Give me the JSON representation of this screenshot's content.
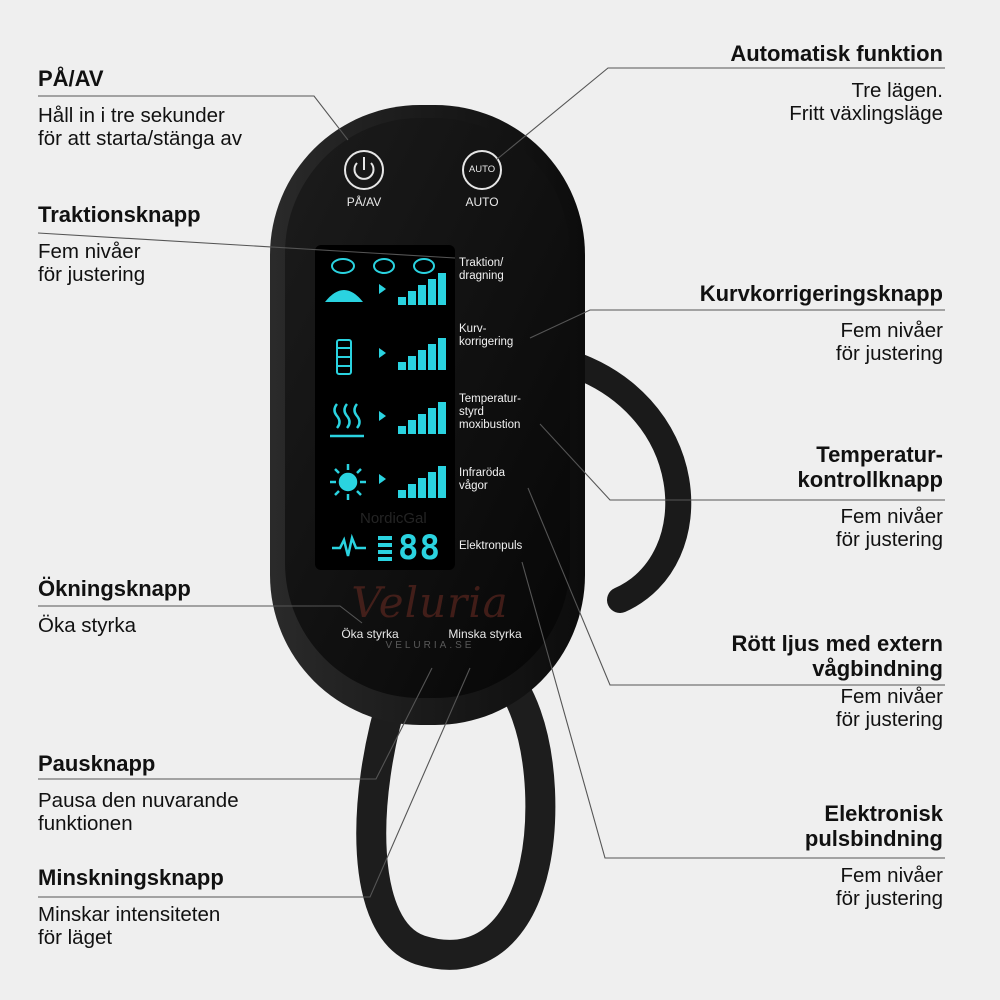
{
  "colors": {
    "lcd": "#2ad3e0",
    "device": "#161616",
    "background": "#efefef"
  },
  "device": {
    "power_button_label": "PÅ/AV",
    "auto_button_text": "AUTO",
    "auto_button_label": "AUTO",
    "screen_labels": {
      "traction": "Traktion/\ndragning",
      "curve": "Kurv-\nkorrigering",
      "temperature": "Temperatur-\nstyrd\nmoxibustion",
      "infrared": "Infraröda\nvågor",
      "pulse": "Elektronpuls"
    },
    "increase_label": "Öka styrka",
    "decrease_label": "Minska styrka",
    "pulse_display": "88",
    "watermark_main": "Veluria",
    "watermark_sub": "VELURIA.SE",
    "watermark_nordic": "NordicGal",
    "lcd_icons": [
      "traction-icon",
      "curve-icon",
      "heat-icon",
      "sun-icon",
      "pulse-wave-icon"
    ]
  },
  "left_callouts": [
    {
      "title": "PÅ/AV",
      "desc": "Håll in i tre sekunder\nför att starta/stänga av"
    },
    {
      "title": "Traktionsknapp",
      "desc": "Fem nivåer\nför justering"
    },
    {
      "title": "Ökningsknapp",
      "desc": "Öka styrka"
    },
    {
      "title": "Pausknapp",
      "desc": "Pausa den nuvarande\nfunktionen"
    },
    {
      "title": "Minskningsknapp",
      "desc": "Minskar intensiteten\nför läget"
    }
  ],
  "right_callouts": [
    {
      "title": "Automatisk funktion",
      "desc": "Tre lägen.\nFritt växlingsläge"
    },
    {
      "title": "Kurvkorrigeringsknapp",
      "desc": "Fem nivåer\nför justering"
    },
    {
      "title": "Temperatur-\nkontrollknapp",
      "desc": "Fem nivåer\nför justering"
    },
    {
      "title": "Rött ljus med extern\nvågbindning",
      "desc": "Fem nivåer\nför justering"
    },
    {
      "title": "Elektronisk\npulsbindning",
      "desc": "Fem nivåer\nför justering"
    }
  ]
}
